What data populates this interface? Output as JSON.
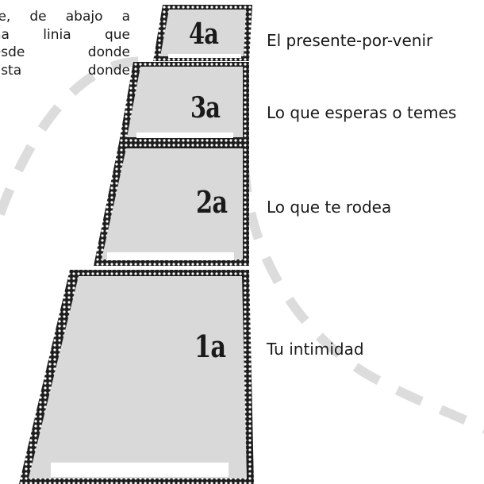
{
  "intro_lines": [
    "nte, de abajo a",
    "una linia que",
    "desde donde",
    "hasta donde"
  ],
  "cards": [
    {
      "number": "4a",
      "label": "El presente-por-venir"
    },
    {
      "number": "3a",
      "label": "Lo que esperas o temes"
    },
    {
      "number": "2a",
      "label": "Lo que te rodea"
    },
    {
      "number": "1a",
      "label": "Tu intimidad"
    }
  ],
  "colors": {
    "card_fill": "#d9d9d9",
    "card_border": "#1e1e1e",
    "path_dash": "#dcdcdc"
  }
}
